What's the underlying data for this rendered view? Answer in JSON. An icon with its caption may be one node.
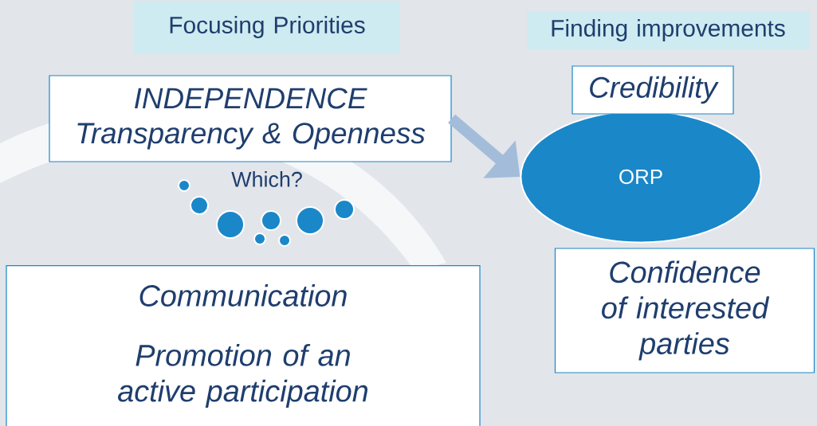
{
  "diagram": {
    "nodes": [
      {
        "text": [
          "Focusing Priorities"
        ]
      },
      {
        "text": [
          "Finding improvements"
        ]
      },
      {
        "text": [
          "INDEPENDENCE",
          "Transparency & Openness"
        ],
        "beside": [
          "Which?"
        ]
      },
      {
        "text": [
          "Credibility"
        ]
      },
      {
        "text": [
          "ORP"
        ]
      },
      {
        "text": [
          "Confidence of interested parties"
        ]
      },
      {
        "text": [
          "Communication",
          "Promotion of an active participation"
        ]
      }
    ],
    "edges": [
      {
        "from": 2,
        "to": 4,
        "arrow": "to"
      }
    ]
  }
}
